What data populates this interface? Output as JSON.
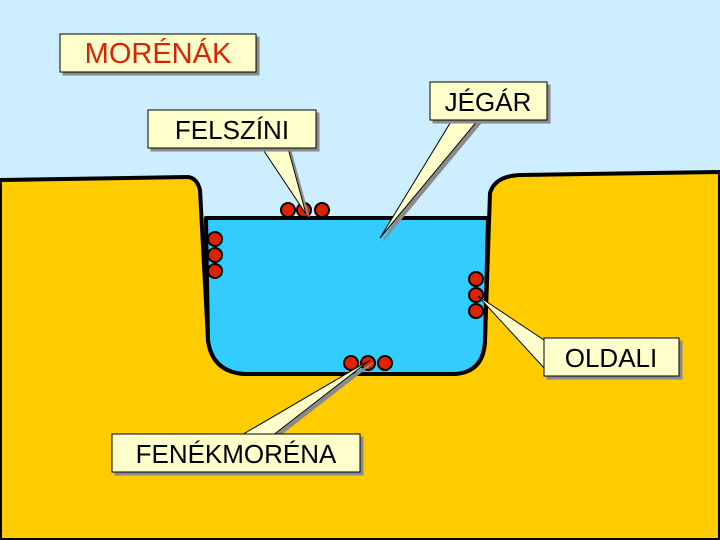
{
  "title": "MORÉNÁK",
  "labels": {
    "surface": "FELSZÍNI",
    "glacier": "JÉGÁR",
    "lateral": "OLDALI",
    "ground": "FENÉKMORÉNA"
  },
  "colors": {
    "sky": "#cceeff",
    "ground": "#ffcc00",
    "ice": "#33ccff",
    "moraine": "#dd2200",
    "callout": "#ffffcc",
    "title_text": "#dd2200",
    "title_bg": "#ffffcc"
  }
}
